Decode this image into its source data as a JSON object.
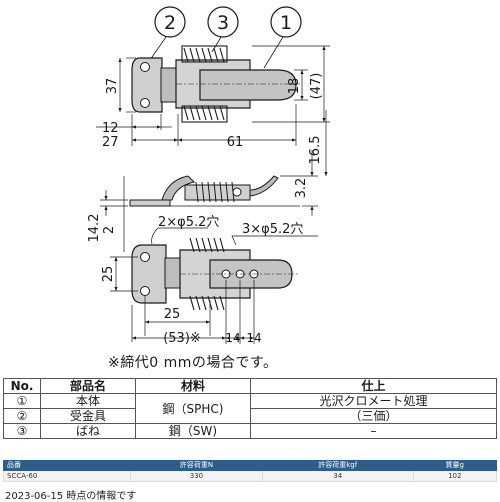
{
  "callouts": [
    "2",
    "3",
    "1"
  ],
  "dims_top": {
    "h37": "37",
    "h18": "18",
    "h47": "(47)",
    "w12": "12",
    "w27": "27",
    "w61": "61"
  },
  "dims_side": {
    "h16_5": "16.5",
    "h3_2": "3.2",
    "h14_2": "14.2",
    "h2": "2"
  },
  "dims_bottom": {
    "hole2": "2×φ5.2穴",
    "hole3": "3×φ5.2穴",
    "h25": "25",
    "w25": "25",
    "w53": "(53)※",
    "w14a": "14",
    "w14b": "14"
  },
  "note": "※締代0 mmの場合です。",
  "parts_table": {
    "headers": [
      "No.",
      "部品名",
      "材料",
      "仕上"
    ],
    "rows": [
      {
        "no": "①",
        "name": "本体",
        "material": "鋼（SPHC)",
        "finish_1": "光沢クロメート処理",
        "finish_2": "（三価）"
      },
      {
        "no": "②",
        "name": "受金具"
      },
      {
        "no": "③",
        "name": "ばね",
        "material": "鋼（SW)",
        "finish": "–"
      }
    ]
  },
  "spec_table": {
    "headers": [
      "品番",
      "許容荷重N",
      "許容荷重kgf",
      "質量g"
    ],
    "row": [
      "SCCA-60",
      "330",
      "34",
      "102"
    ]
  },
  "footer_date": "2023-06-15 時点の情報です",
  "colors": {
    "spec_header_bg": "#2d5d8c",
    "line": "#1a1a1a"
  }
}
